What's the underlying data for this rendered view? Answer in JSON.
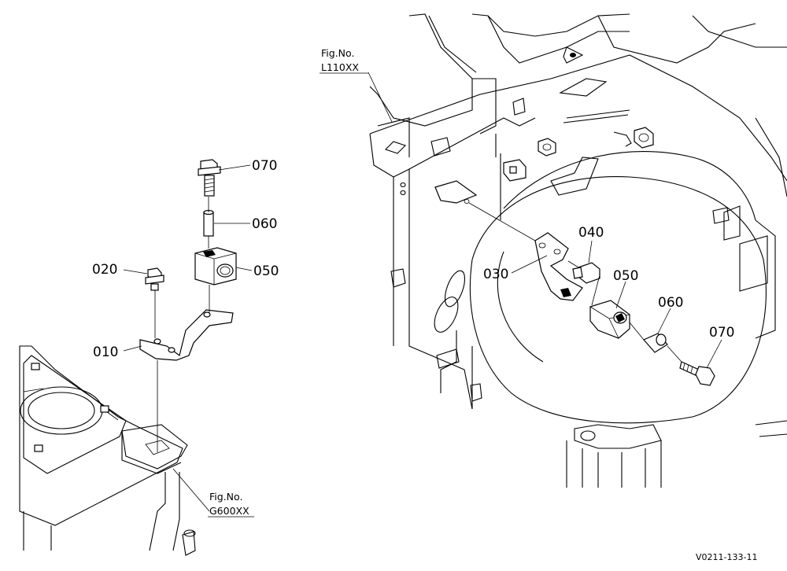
{
  "left_assembly": {
    "callouts": [
      {
        "label": "070"
      },
      {
        "label": "060"
      },
      {
        "label": "050"
      },
      {
        "label": "020"
      },
      {
        "label": "010"
      }
    ],
    "figure_ref": {
      "line1": "Fig.No.",
      "line2": "G600XX"
    }
  },
  "right_assembly": {
    "callouts": [
      {
        "label": "040"
      },
      {
        "label": "030"
      },
      {
        "label": "050"
      },
      {
        "label": "060"
      },
      {
        "label": "070"
      }
    ],
    "figure_ref": {
      "line1": "Fig.No.",
      "line2": "L110XX"
    }
  },
  "drawing_code": "V0211-133-11"
}
